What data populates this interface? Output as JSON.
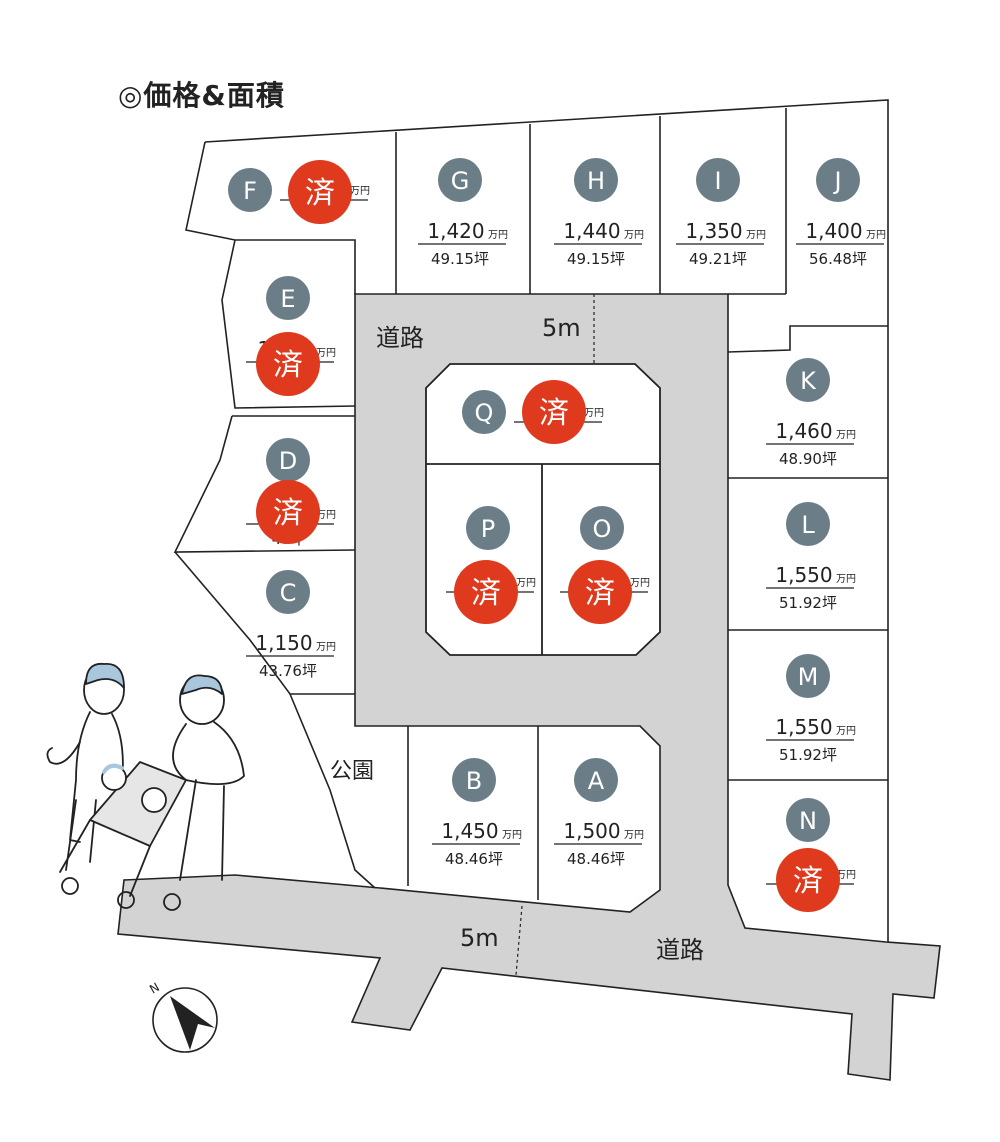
{
  "title": "◎価格&面積",
  "colors": {
    "road": "#d3d3d3",
    "badge": "#6b7d87",
    "sold": "#e03a1e",
    "line": "#222222",
    "people_accent": "#a9c7dc"
  },
  "labels": {
    "road_top": "道路",
    "road_bottom": "道路",
    "width_top": "5m",
    "width_bottom": "5m",
    "park": "公園",
    "compass_north": "N",
    "sold_mark": "済",
    "price_unit": "万円",
    "area_unit": "坪"
  },
  "lots": [
    {
      "id": "F",
      "price": "1,???",
      "area": "5?",
      "sold": true
    },
    {
      "id": "G",
      "price": "1,420",
      "area": "49.15",
      "sold": false
    },
    {
      "id": "H",
      "price": "1,440",
      "area": "49.15",
      "sold": false
    },
    {
      "id": "I",
      "price": "1,350",
      "area": "49.21",
      "sold": false
    },
    {
      "id": "J",
      "price": "1,400",
      "area": "56.48",
      "sold": false
    },
    {
      "id": "E",
      "price": "1,0??",
      "area": "4?",
      "sold": true
    },
    {
      "id": "K",
      "price": "1,460",
      "area": "48.90",
      "sold": false
    },
    {
      "id": "Q",
      "price": "1,???",
      "area": "",
      "sold": true
    },
    {
      "id": "D",
      "price": "1,???",
      "area": "4?",
      "sold": true
    },
    {
      "id": "P",
      "price": "1,???",
      "area": "4?",
      "sold": true
    },
    {
      "id": "O",
      "price": "1,???",
      "area": "4?",
      "sold": true
    },
    {
      "id": "L",
      "price": "1,550",
      "area": "51.92",
      "sold": false
    },
    {
      "id": "C",
      "price": "1,150",
      "area": "43.76",
      "sold": false
    },
    {
      "id": "M",
      "price": "1,550",
      "area": "51.92",
      "sold": false
    },
    {
      "id": "B",
      "price": "1,450",
      "area": "48.46",
      "sold": false
    },
    {
      "id": "A",
      "price": "1,500",
      "area": "48.46",
      "sold": false
    },
    {
      "id": "N",
      "price": "1,???",
      "area": "4?",
      "sold": true
    }
  ]
}
